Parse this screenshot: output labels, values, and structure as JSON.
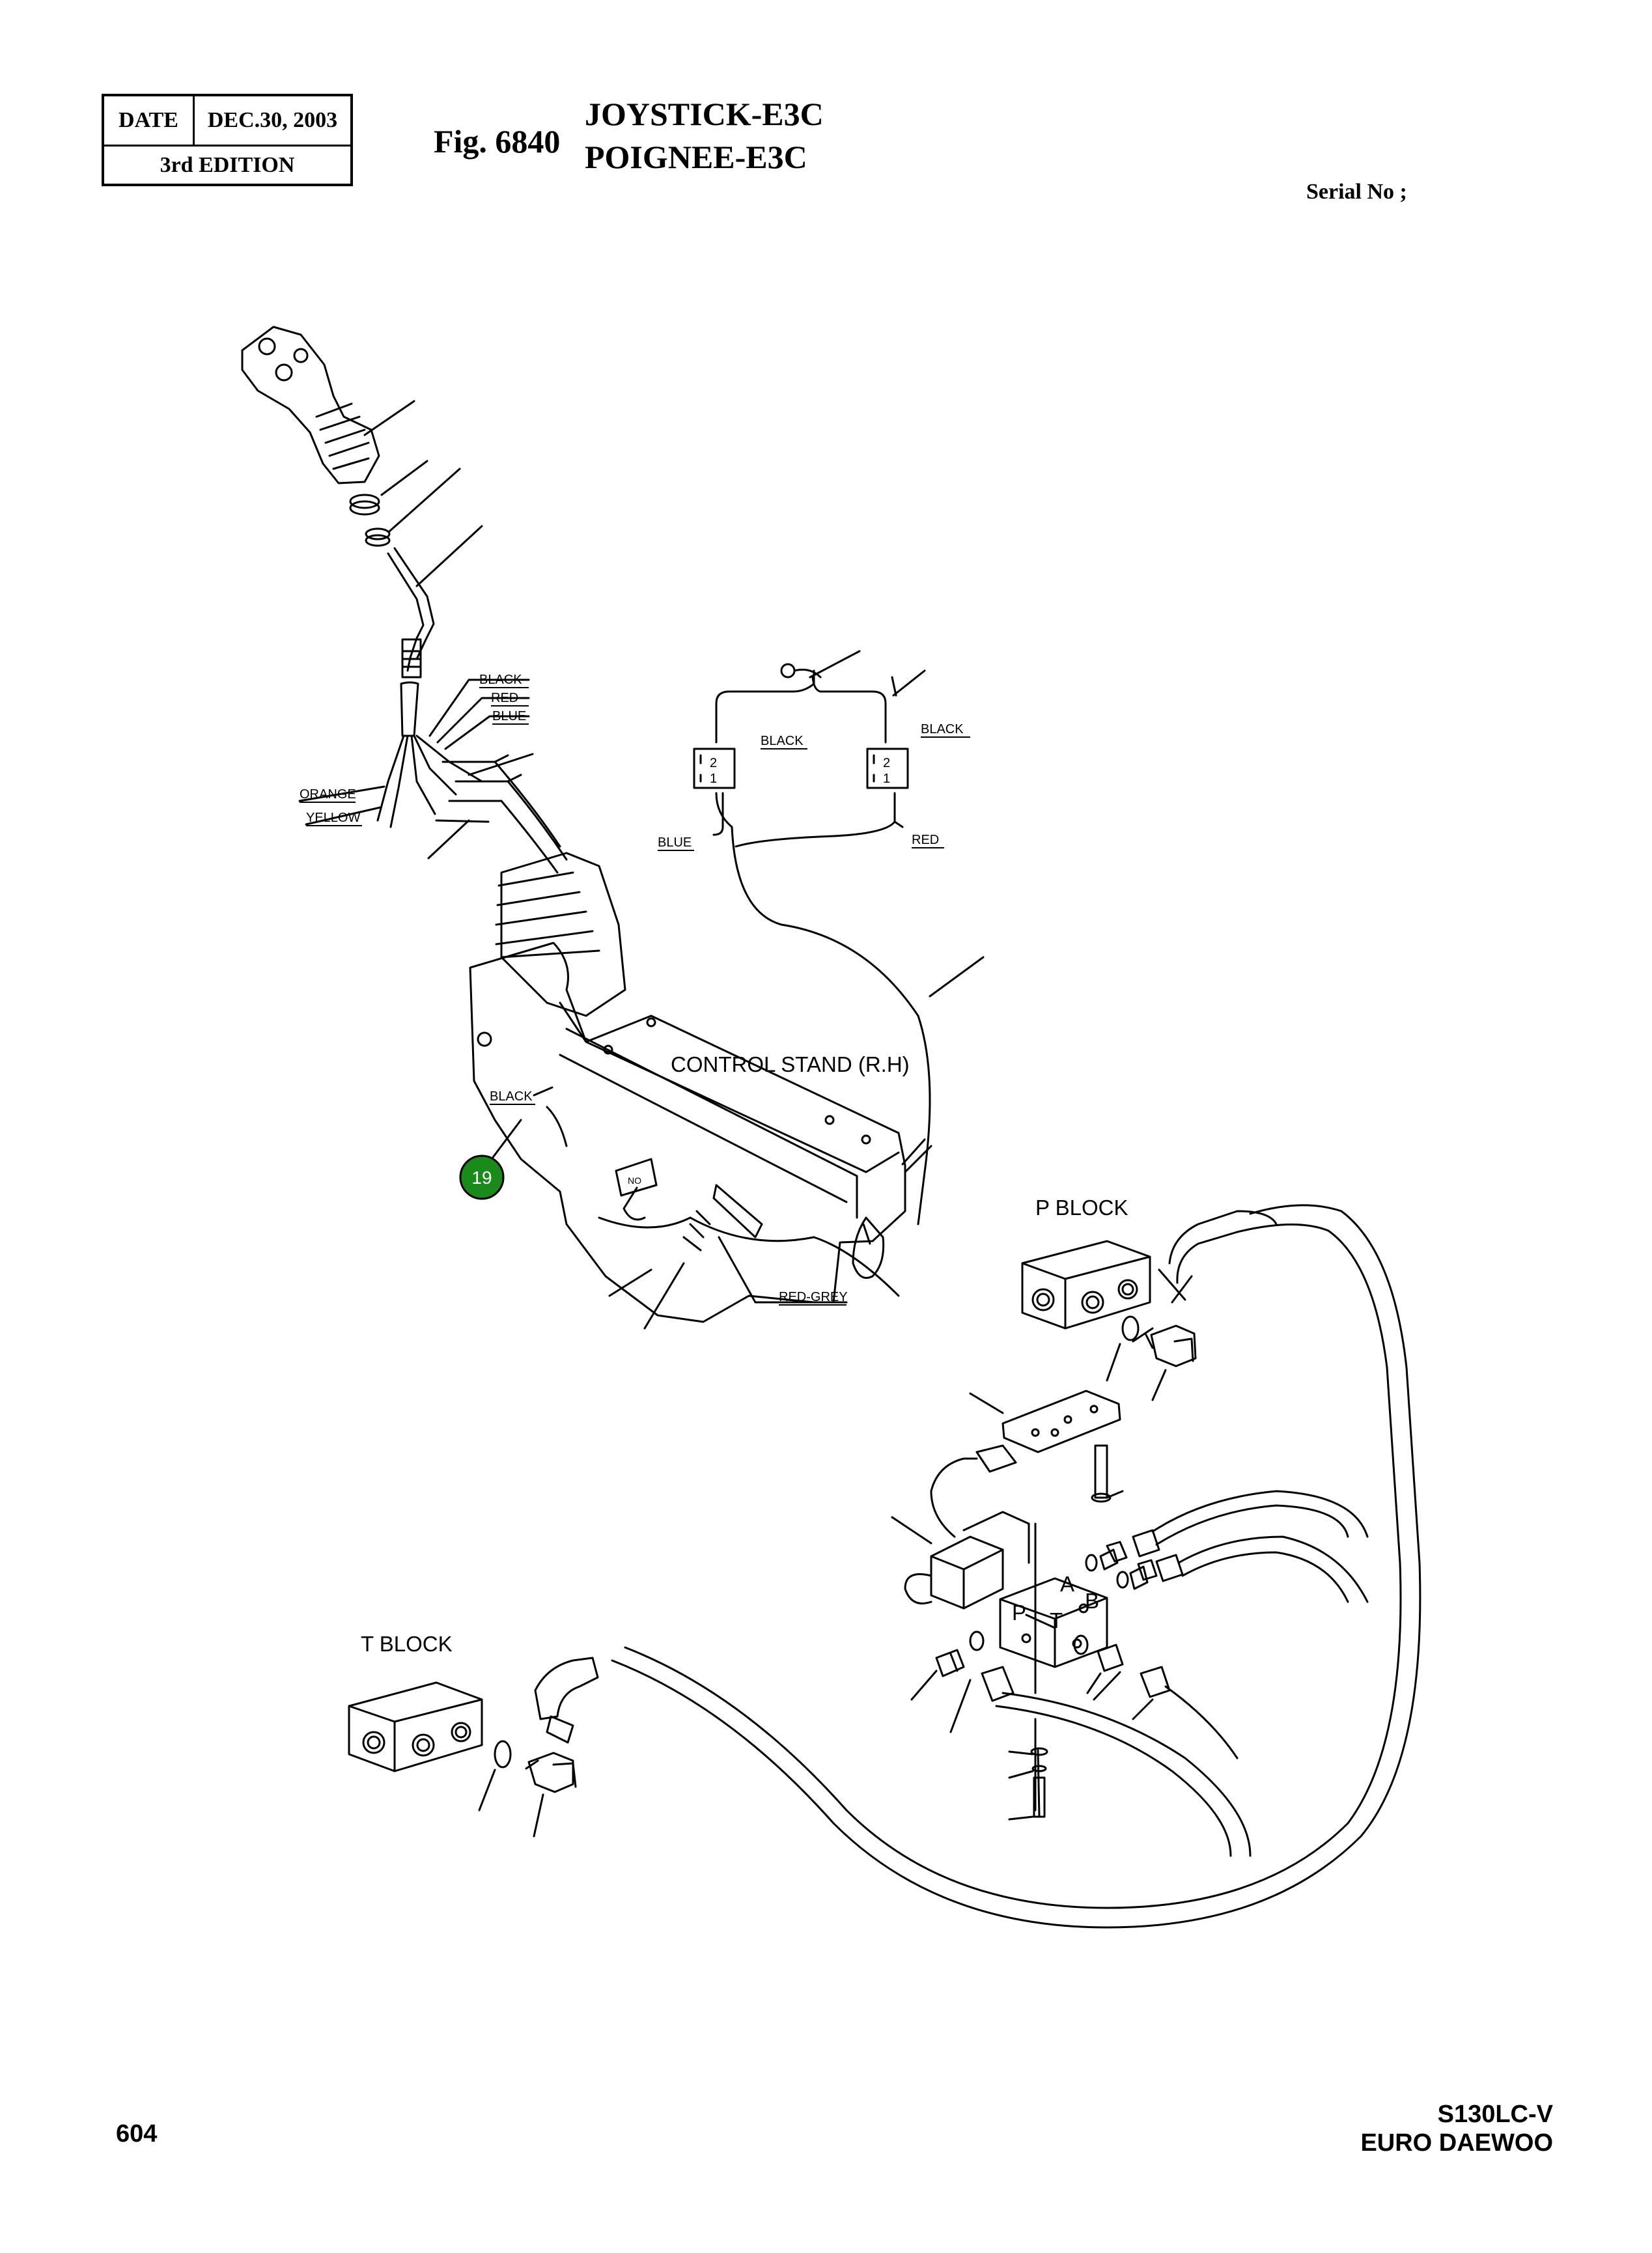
{
  "header": {
    "date_label": "DATE",
    "date_value": "DEC.30, 2003",
    "edition": "3rd  EDITION"
  },
  "figure": {
    "number": "Fig. 6840",
    "title_en": "JOYSTICK-E3C",
    "title_fr": "POIGNEE-E3C"
  },
  "serial": "Serial No ;",
  "footer": {
    "page": "604",
    "model": "S130LC-V",
    "brand": "EURO DAEWOO"
  },
  "diagram": {
    "wire_labels": {
      "black_top": "BLACK",
      "red_top": "RED",
      "blue_top": "BLUE",
      "orange": "ORANGE",
      "yellow": "YELLOW",
      "black_switch_left": "BLACK",
      "black_switch_right": "BLACK",
      "blue_switch": "BLUE",
      "red_switch": "RED",
      "black_stand": "BLACK",
      "red_grey": "RED-GREY"
    },
    "component_labels": {
      "control_stand": "CONTROL STAND (R.H)",
      "p_block": "P BLOCK",
      "t_block": "T BLOCK",
      "port_a": "A",
      "port_b": "B",
      "port_p": "P",
      "port_t": "T",
      "switch_pin2_left": "2",
      "switch_pin1_left": "1",
      "switch_pin2_right": "2",
      "switch_pin1_right": "1",
      "no_label": "NO"
    },
    "callout": {
      "number": "19",
      "color": "#1a8a1a"
    }
  }
}
